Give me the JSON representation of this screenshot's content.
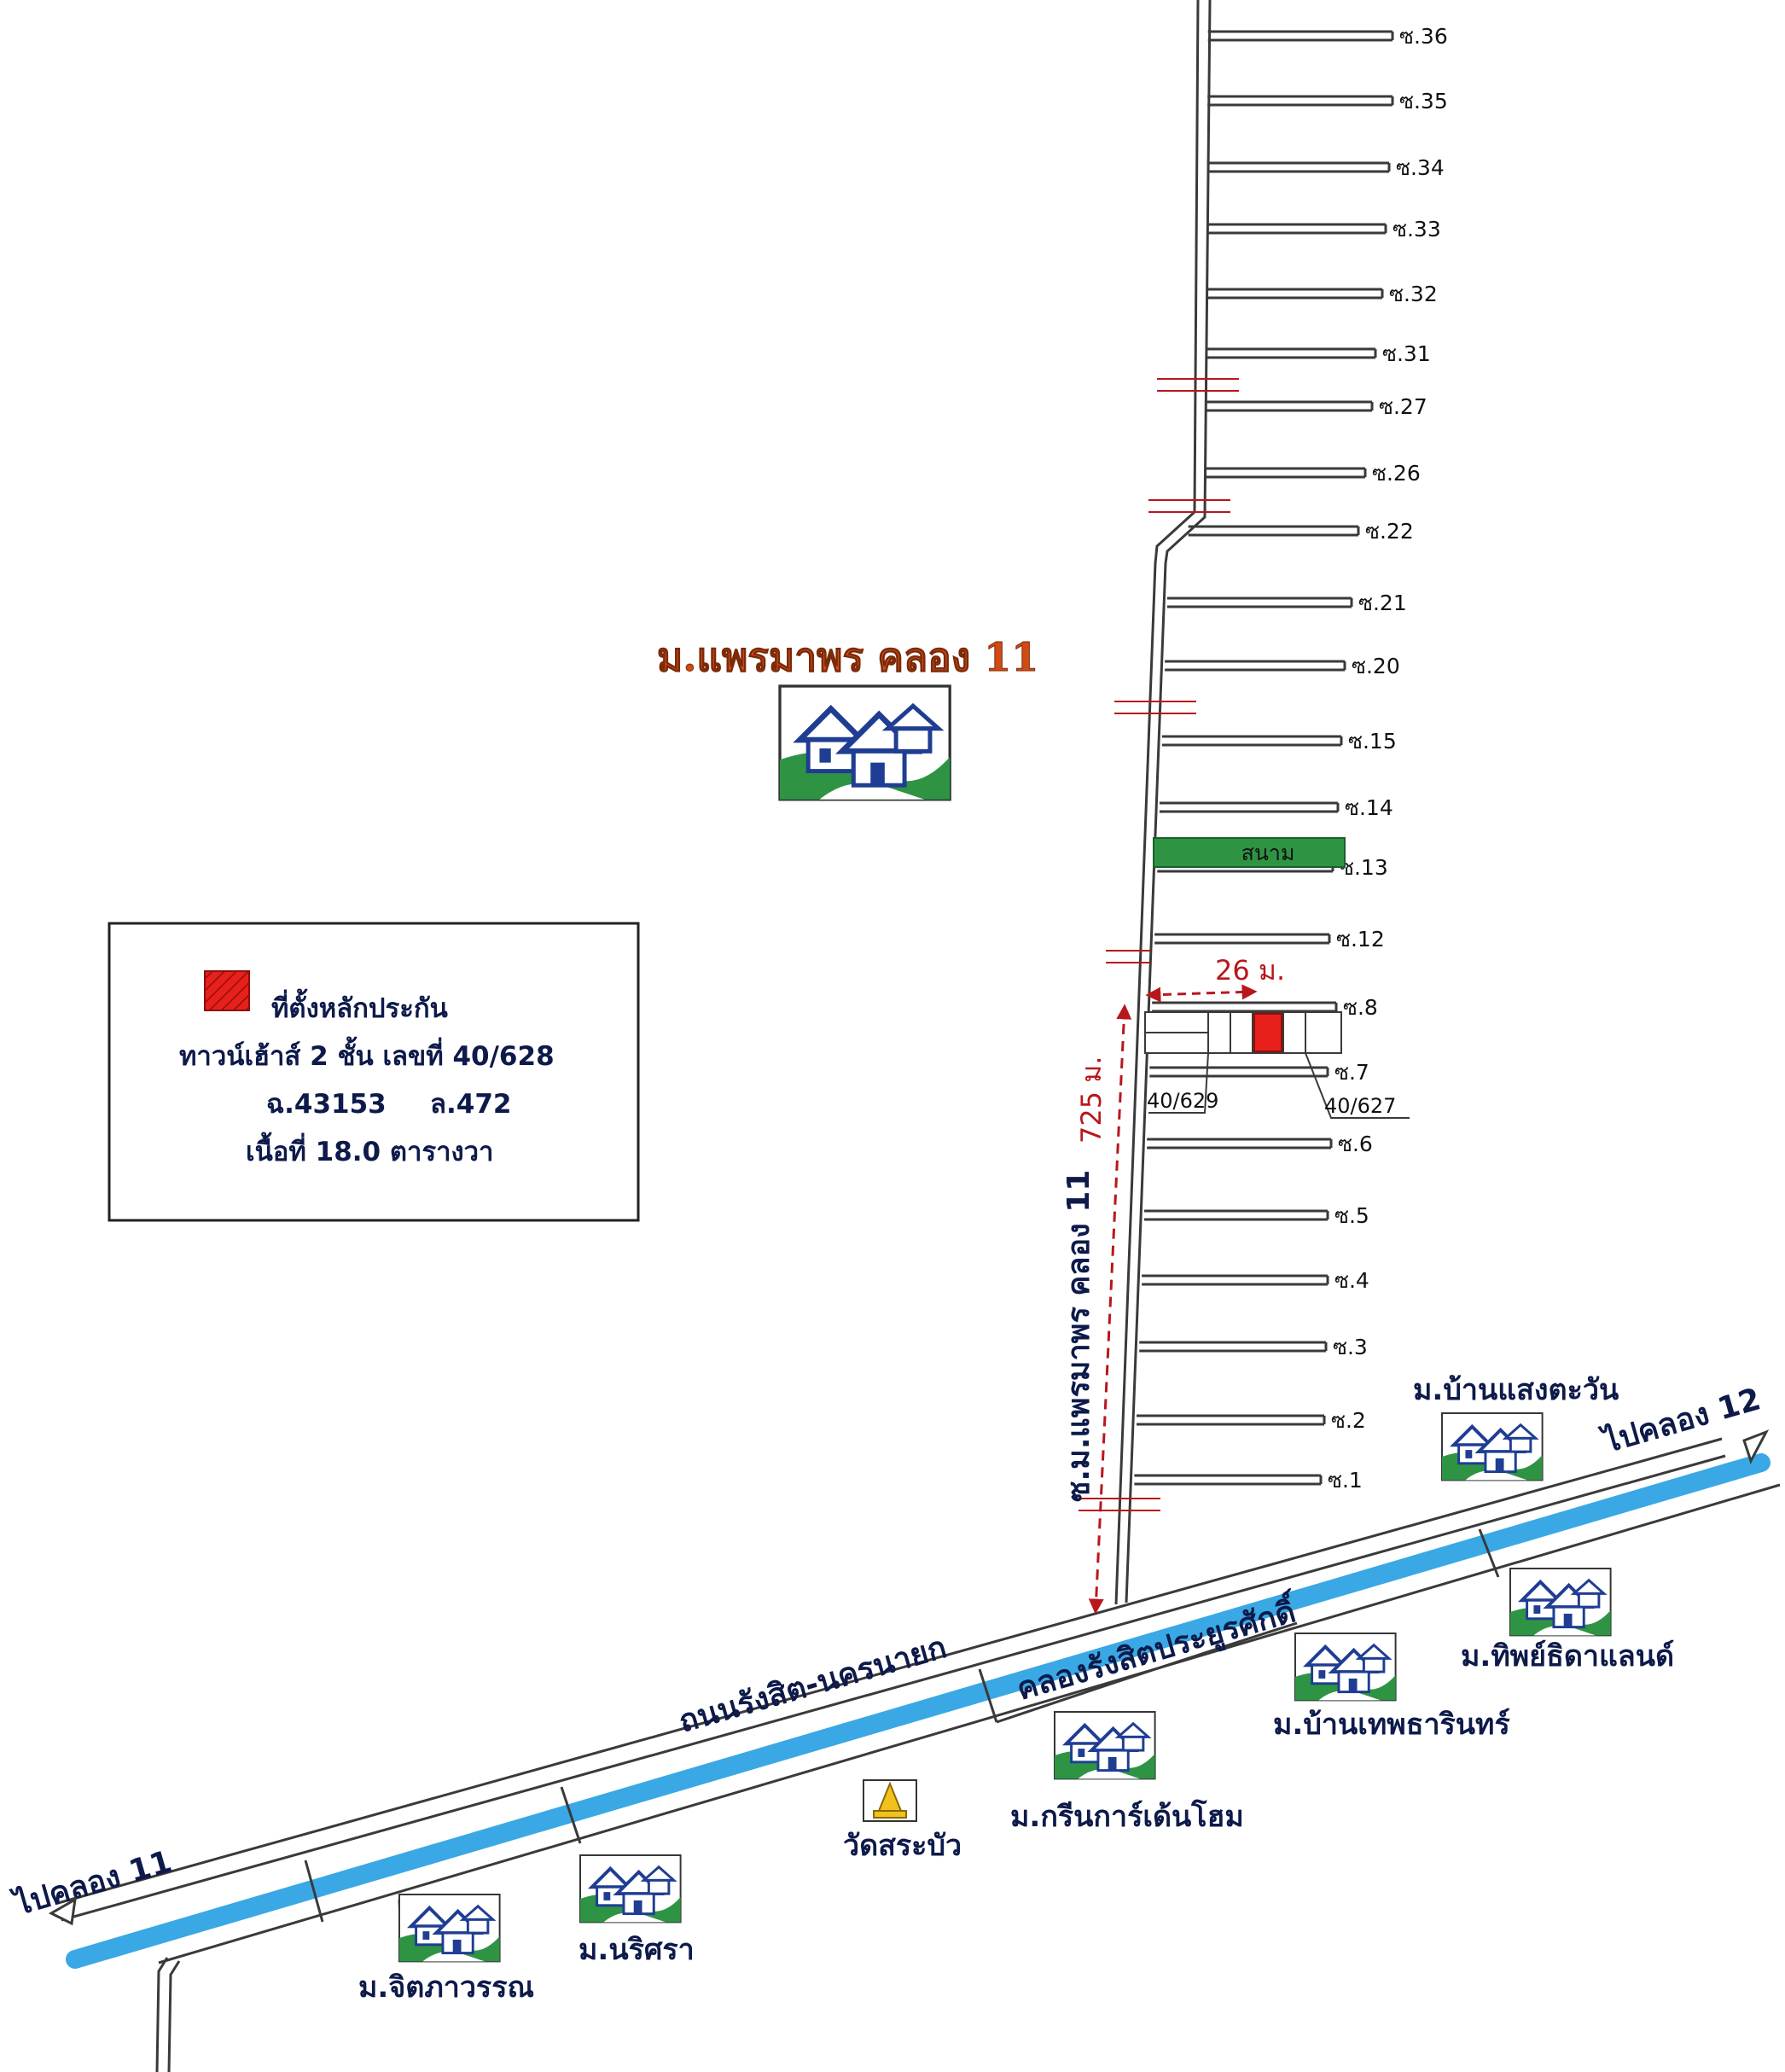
{
  "colors": {
    "canal": "#3aa8e4",
    "road_outline": "#3a3a3a",
    "field_green": "#2e9444",
    "collateral_red": "#e8201b",
    "village_title_red": "#d14a14",
    "text_navy": "#0d1a4a",
    "dimension_red": "#b8171c"
  },
  "main_road": {
    "label": "ถนนรังสิต-นครนายก"
  },
  "canal": {
    "label": "คลองรังสิตประยูรศักดิ์"
  },
  "directions": {
    "left": "ไปคลอง 11",
    "right": "ไปคลอง 12"
  },
  "side_road": {
    "label": "ซ.ม.แพรมาพร คลอง 11"
  },
  "village": {
    "title": "ม.แพรมาพร คลอง 11",
    "icon": "house-village-icon"
  },
  "sois": [
    "ซ.36",
    "ซ.35",
    "ซ.34",
    "ซ.33",
    "ซ.32",
    "ซ.31",
    "ซ.27",
    "ซ.26",
    "ซ.22",
    "ซ.21",
    "ซ.20",
    "ซ.15",
    "ซ.14",
    "ซ.13",
    "ซ.12",
    "ซ.8",
    "ซ.7",
    "ซ.6",
    "ซ.5",
    "ซ.4",
    "ซ.3",
    "ซ.2",
    "ซ.1"
  ],
  "field": {
    "label": "สนาม"
  },
  "distances": {
    "from_main_road": "725 ม.",
    "from_soi_road": "26 ม."
  },
  "plots": {
    "left": "40/629",
    "right": "40/627"
  },
  "legend": {
    "line1": "ที่ตั้งหลักประกัน",
    "line2": "ทาวน์เฮ้าส์ 2 ชั้น เลขที่ 40/628",
    "deed": "ฉ.43153",
    "land_no": "ล.472",
    "line4": "เนื้อที่ 18.0 ตารางวา"
  },
  "landmarks": [
    {
      "name": "ม.บ้านแสงตะวัน",
      "icon": "house-village-icon"
    },
    {
      "name": "ม.ทิพย์ธิดาแลนด์",
      "icon": "house-village-icon"
    },
    {
      "name": "ม.บ้านเทพธารินทร์",
      "icon": "house-village-icon"
    },
    {
      "name": "ม.กรีนการ์เด้นโฮม",
      "icon": "house-village-icon"
    },
    {
      "name": "วัดสระบัว",
      "icon": "temple-icon"
    },
    {
      "name": "ม.นริศรา",
      "icon": "house-village-icon"
    },
    {
      "name": "ม.จิตภาวรรณ",
      "icon": "house-village-icon"
    }
  ]
}
